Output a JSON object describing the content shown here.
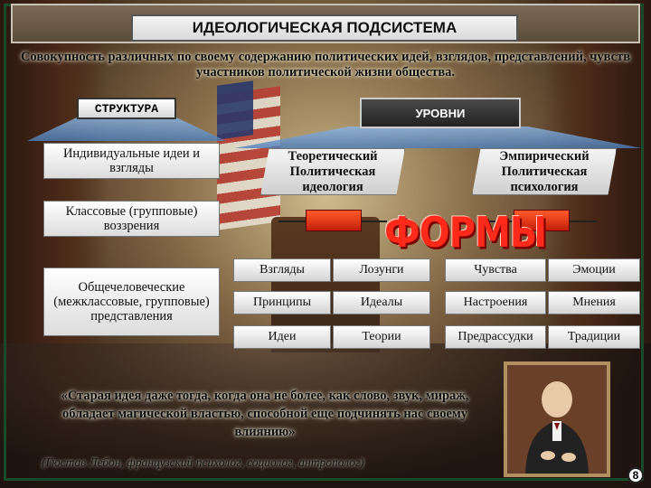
{
  "title": "ИДЕОЛОГИЧЕСКАЯ ПОДСИСТЕМА",
  "definition": "Совокупность различных по своему содержанию политических идей, взглядов, представлений, чувств участников политической жизни общества.",
  "structure": {
    "tab_label": "СТРУКТУРА",
    "items": [
      "Индивидуальные идеи и взгляды",
      "Классовые (групповые) воззрения",
      "Общечеловеческие (межклассовые, групповые) представления"
    ]
  },
  "levels": {
    "tab_label": "УРОВНИ",
    "items": [
      "Теоретический Политическая идеология",
      "Эмпирический Политическая психология"
    ]
  },
  "forms": {
    "label": "ФОРМЫ",
    "theoretical": [
      [
        "Взгляды",
        "Лозунги"
      ],
      [
        "Принципы",
        "Идеалы"
      ],
      [
        "Идеи",
        "Теории"
      ]
    ],
    "empirical": [
      [
        "Чувства",
        "Эмоции"
      ],
      [
        "Настроения",
        "Мнения"
      ],
      [
        "Предрассудки",
        "Традиции"
      ]
    ]
  },
  "quote": "«Старая идея даже тогда, когда она не более, как слово, звук, мираж, обладает магической властью, способной еще подчинять нас своему влиянию»",
  "author": "(Гюстав Лебон, французский психолог, социолог, антрополог)",
  "page_number": "8"
}
